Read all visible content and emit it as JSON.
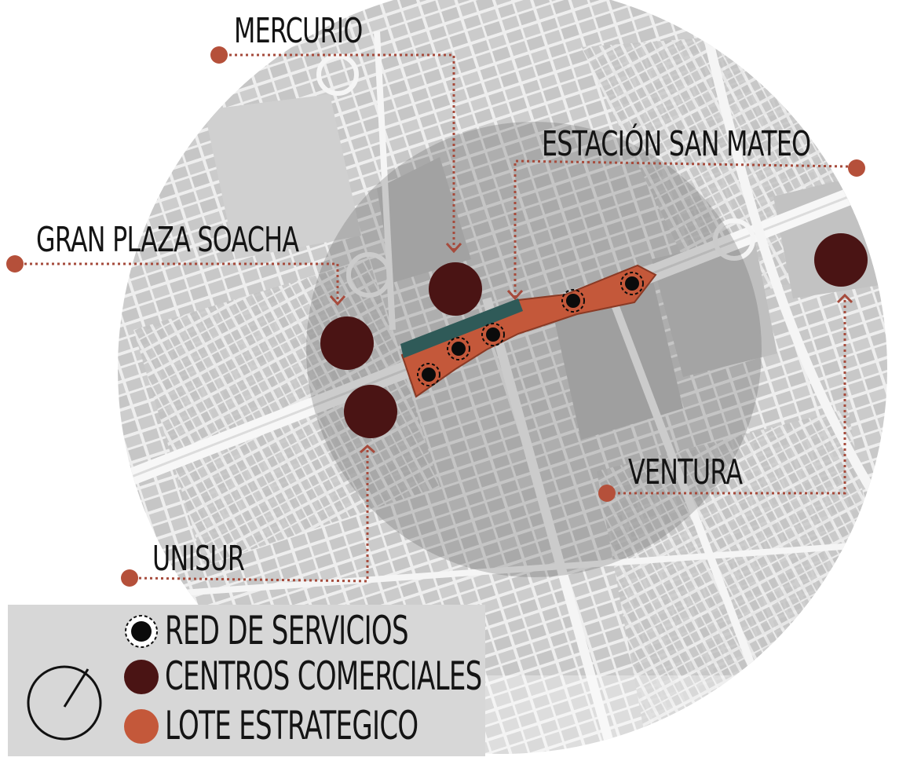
{
  "labels": {
    "mercurio": "MERCURIO",
    "estacion": "ESTACIÓN SAN MATEO",
    "gran_plaza": "GRAN PLAZA SOACHA",
    "ventura": "VENTURA",
    "unisur": "UNISUR"
  },
  "legend": {
    "items": [
      {
        "label": "RED DE SERVICIOS",
        "icon": "service-node-icon"
      },
      {
        "label": "CENTROS COMERCIALES",
        "icon": "mall-circle-icon"
      },
      {
        "label": "LOTE ESTRATEGICO",
        "icon": "strategic-lot-icon"
      }
    ],
    "north_icon": "north-arrow-icon"
  },
  "colors": {
    "mall": "#4a1414",
    "strategic_lot": "#c4583a",
    "service_node": "#0b0b0b",
    "leader": "#a64b3c",
    "station_strip": "#2f5a58",
    "map_blocks": "#c9c9c9",
    "map_bg": "#e8e8e8",
    "legend_bg": "#d7d7d7"
  }
}
